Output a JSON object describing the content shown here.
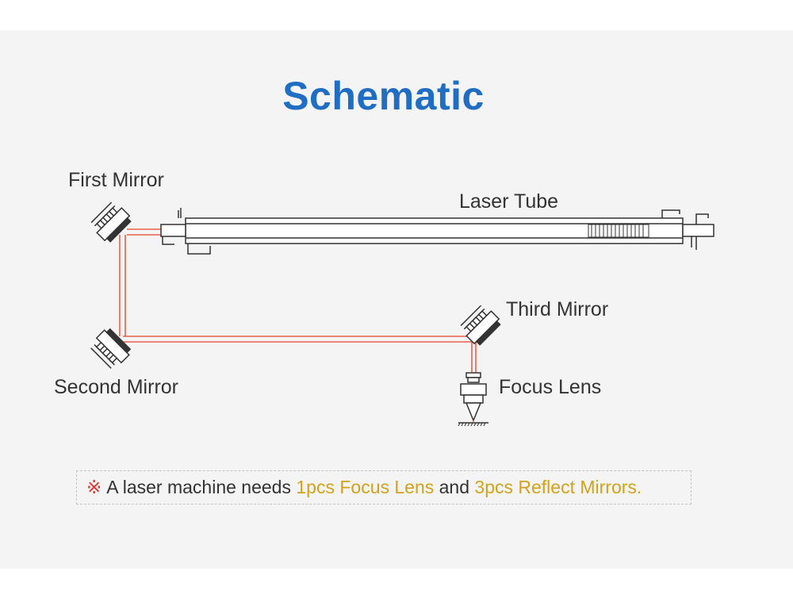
{
  "title": "Schematic",
  "labels": {
    "first_mirror": "First Mirror",
    "second_mirror": "Second Mirror",
    "third_mirror": "Third Mirror",
    "laser_tube": "Laser Tube",
    "focus_lens": "Focus Lens"
  },
  "note": {
    "mark": "※",
    "text1": "A laser machine needs ",
    "highlight1": "1pcs Focus Lens",
    "text2": " and ",
    "highlight2": "3pcs Reflect Mirrors."
  },
  "colors": {
    "title": "#1f6ec4",
    "beam": "#e8614a",
    "highlight": "#d3a21a",
    "mark": "#e5322d"
  }
}
